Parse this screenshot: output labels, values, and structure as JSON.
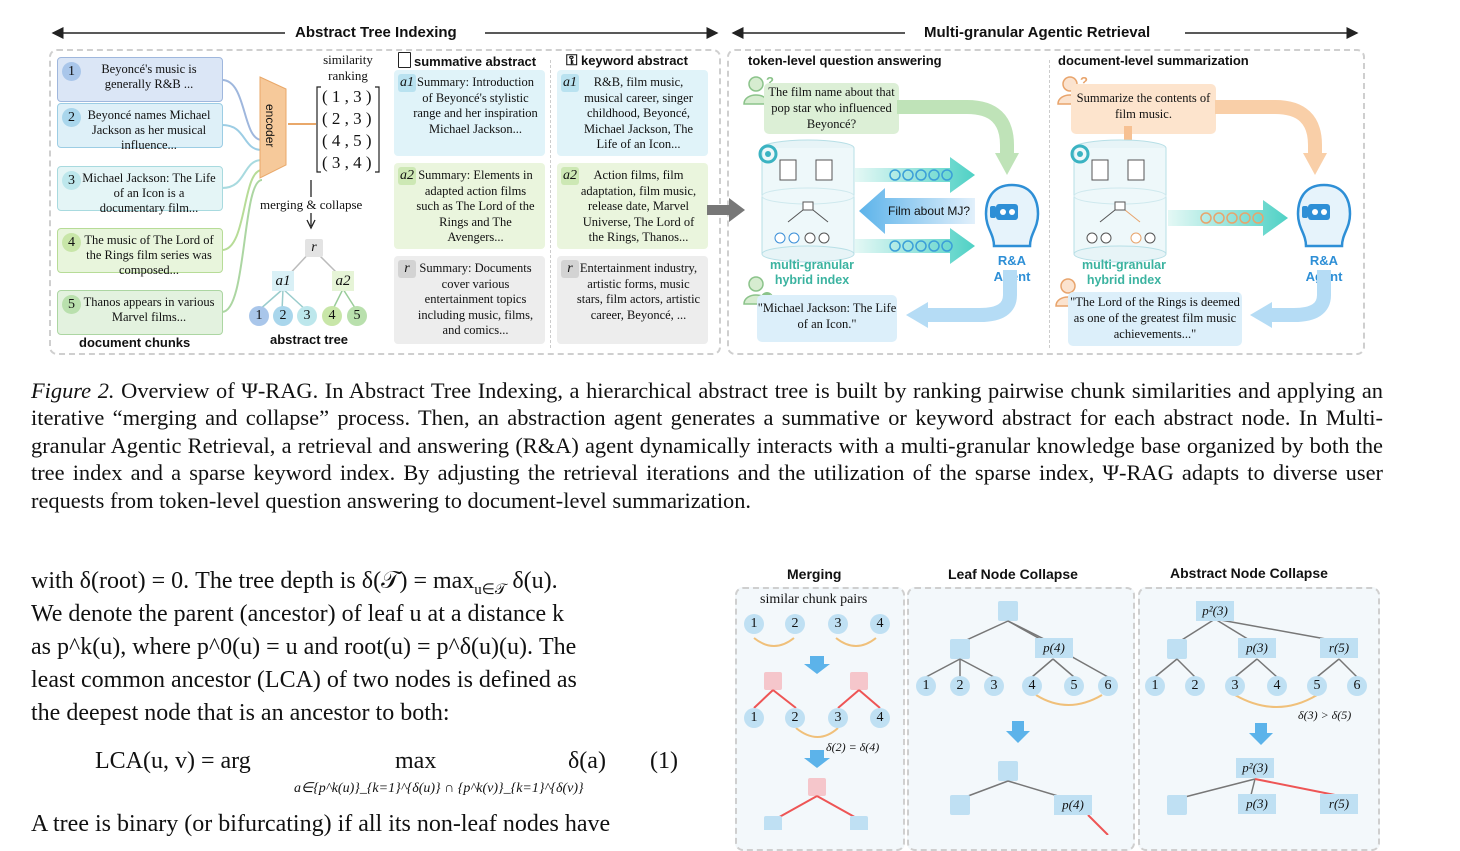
{
  "figure": {
    "section_left": "Abstract Tree Indexing",
    "section_right": "Multi-granular Agentic Retrieval",
    "chunks": [
      {
        "n": "1",
        "text": "Beyoncé's music is generally R&B ..."
      },
      {
        "n": "2",
        "text": "Beyoncé names Michael Jackson as her musical influence..."
      },
      {
        "n": "3",
        "text": "Michael Jackson: The Life of an Icon is a documentary film..."
      },
      {
        "n": "4",
        "text": "The music of The Lord of the Rings film series was composed..."
      },
      {
        "n": "5",
        "text": "Thanos appears in various Marvel films..."
      }
    ],
    "chunks_label": "document chunks",
    "encoder": "encoder",
    "similarity_ranking": "similarity ranking",
    "pairs": [
      "( 1 , 3 )",
      "( 2 , 3 )",
      "( 4 , 5 )",
      "( 3 , 4 )"
    ],
    "merging_collapse": "merging & collapse",
    "tree_root": "r",
    "tree_a1": "a1",
    "tree_a2": "a2",
    "tree_leaves": [
      "1",
      "2",
      "3",
      "4",
      "5"
    ],
    "abstract_tree_label": "abstract tree",
    "summative_title": "summative abstract",
    "keyword_title": "keyword abstract",
    "summative": [
      {
        "tag": "a1",
        "text": "Summary: Introduction of Beyoncé's stylistic range and her inspiration Michael Jackson..."
      },
      {
        "tag": "a2",
        "text": "Summary: Elements in adapted action films such as The Lord of the Rings and The Avengers..."
      },
      {
        "tag": "r",
        "text": "Summary: Documents cover various entertainment topics including music, films, and comics..."
      }
    ],
    "keyword": [
      {
        "tag": "a1",
        "text": "R&B, film music, musical career, singer childhood, Beyoncé, Michael Jackson, The Life of an Icon..."
      },
      {
        "tag": "a2",
        "text": "Action films, film adaptation, film music, release date, Marvel Universe, The Lord of the Rings, Thanos..."
      },
      {
        "tag": "r",
        "text": "Entertainment industry, artistic forms, music stars, film actors, artistic career, Beyoncé, ..."
      }
    ],
    "token_title": "token-level question answering",
    "doc_title": "document-level summarization",
    "question": "The film name about that pop star who influenced Beyoncé?",
    "film_about": "Film about MJ?",
    "answer": "\"Michael Jackson: The Life of an Icon.\"",
    "index_label": "multi-granular hybrid index",
    "agent_label": "R&A Agent",
    "summ_request": "Summarize the contents of film music.",
    "summ_answer": "\"The Lord of the Rings is deemed as one of the greatest film music achievements...\""
  },
  "caption": {
    "label": "Figure 2.",
    "text": "Overview of Ψ-RAG. In Abstract Tree Indexing, a hierarchical abstract tree is built by ranking pairwise chunk similarities and applying an iterative “merging and collapse” process. Then, an abstraction agent generates a summative or keyword abstract for each abstract node. In Multi-granular Agentic Retrieval, a retrieval and answering (R&A) agent dynamically interacts with a multi-granular knowledge base organized by both the tree index and a sparse keyword index. By adjusting the retrieval iterations and the utilization of the sparse index, Ψ-RAG adapts to diverse user requests from token-level question answering to document-level summarization."
  },
  "body": {
    "l1": "with δ(root) = 0. The tree depth is δ(𝒯) = max",
    "l1_sub": "u∈𝒯",
    "l1_end": " δ(u).",
    "l2": "We denote the parent (ancestor) of leaf u at a distance k",
    "l3": "as p^k(u), where p^0(u) = u and root(u) = p^δ(u)(u). The",
    "l4": "least common ancestor (LCA) of two nodes is defined as",
    "l5": "the deepest node that is an ancestor to both:",
    "eq_left": "LCA(u, v) = arg",
    "eq_max": "max",
    "eq_sub": "a∈{p^k(u)}_{k=1}^{δ(u)} ∩ {p^k(v)}_{k=1}^{δ(v)}",
    "eq_right": "δ(a)",
    "eq_num": "(1)",
    "l6": "A tree is binary (or bifurcating) if all its non-leaf nodes have"
  },
  "fig3": {
    "merging": "Merging",
    "leaf_collapse": "Leaf Node Collapse",
    "abstract_collapse": "Abstract Node Collapse",
    "similar_pairs": "similar chunk pairs",
    "m_nodes": [
      "1",
      "2",
      "3",
      "4"
    ],
    "delta_eq": "δ(2) = δ(4)",
    "leaf_nodes": [
      "1",
      "2",
      "3",
      "4",
      "5",
      "6"
    ],
    "p4": "p(4)",
    "p3": "p(3)",
    "p2_3": "p²(3)",
    "r5": "r(5)",
    "delta_gt": "δ(3) > δ(5)"
  }
}
